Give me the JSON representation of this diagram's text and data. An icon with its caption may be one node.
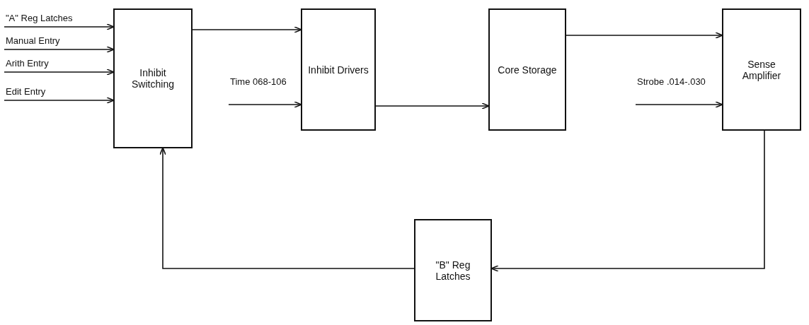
{
  "diagram": {
    "nodes": [
      {
        "text": [
          "Inhibit Switching"
        ]
      },
      {
        "text": [
          "Inhibit Drivers"
        ]
      },
      {
        "text": [
          "Core Storage"
        ]
      },
      {
        "text": [
          "Sense Amplifier"
        ]
      },
      {
        "text": [
          "\"B\" Reg Latches"
        ]
      }
    ],
    "edges": [
      {
        "from": null,
        "to": 0,
        "arrow": "to",
        "label": "\"A\" Reg Latches"
      },
      {
        "from": null,
        "to": 0,
        "arrow": "to",
        "label": "Manual Entry"
      },
      {
        "from": null,
        "to": 0,
        "arrow": "to",
        "label": "Arith Entry"
      },
      {
        "from": null,
        "to": 0,
        "arrow": "to",
        "label": "Edit Entry"
      },
      {
        "from": 0,
        "to": 1,
        "arrow": "to"
      },
      {
        "from": null,
        "to": 1,
        "arrow": "to",
        "label": "Time 068-106"
      },
      {
        "from": 1,
        "to": 2,
        "arrow": "to"
      },
      {
        "from": 2,
        "to": 3,
        "arrow": "to"
      },
      {
        "from": null,
        "to": 3,
        "arrow": "to",
        "label": "Strobe .014-.030"
      },
      {
        "from": 3,
        "to": 4,
        "arrow": "to"
      },
      {
        "from": 4,
        "to": 0,
        "arrow": "to"
      }
    ]
  }
}
